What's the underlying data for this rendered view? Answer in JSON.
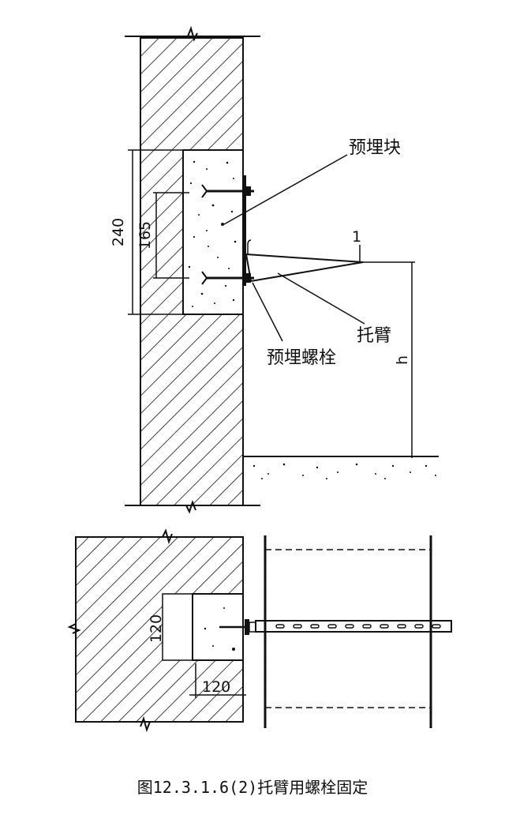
{
  "labels": {
    "embedded_block": "预埋块",
    "embedded_bolt": "预埋螺栓",
    "bracket_arm": "托臂",
    "slope_mark": "1",
    "height_mark": "h"
  },
  "dimensions": {
    "block_height": "240",
    "bolt_spacing": "165",
    "plan_block_depth": "120",
    "plan_block_width": "120"
  },
  "caption": "图12.3.1.6(2)托臂用螺栓固定"
}
